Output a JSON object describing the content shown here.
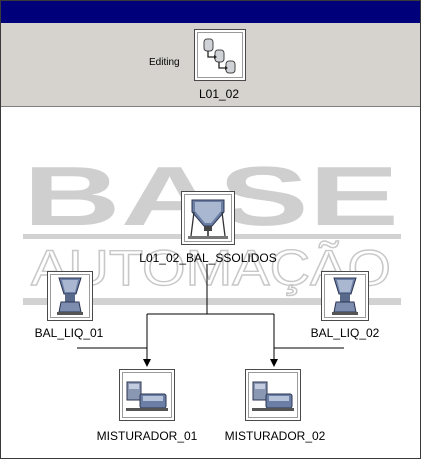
{
  "header": {
    "status": "Editing",
    "unit_label": "L01_02"
  },
  "watermark": {
    "line1": "BASE",
    "line2": "AUTOMAÇÃO",
    "color": "#c9c9c9"
  },
  "nodes": {
    "hopper": "L01_02_BAL_SSOLIDOS",
    "scale_left": "BAL_LIQ_01",
    "scale_right": "BAL_LIQ_02",
    "mixer_left": "MISTURADOR_01",
    "mixer_right": "MISTURADOR_02"
  },
  "colors": {
    "titlebar": "#00007a",
    "header_bg": "#d6d3ce",
    "equipment": "#6b7fa6"
  },
  "icons": {
    "unit": "unit-procedure-icon",
    "hopper": "hopper-icon",
    "scale": "liquid-scale-icon",
    "mixer": "mixer-icon"
  }
}
